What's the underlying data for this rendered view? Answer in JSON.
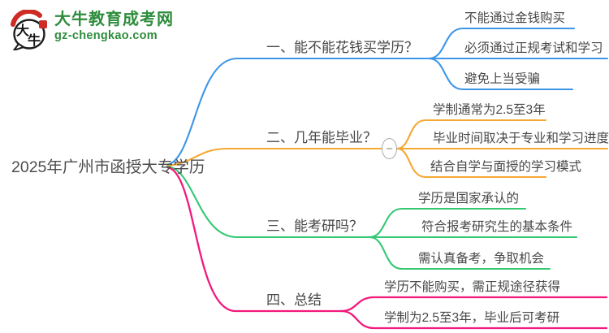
{
  "logo": {
    "icon_text_top": "大",
    "icon_text_bottom": "牛",
    "title": "大牛教育成考网",
    "domain": "gz-chengkao.com",
    "brand_green": "#2e8c3c",
    "seal_red": "#ce2b25"
  },
  "root": {
    "label": "2025年广州市函授大专学历"
  },
  "branches": [
    {
      "label": "一、能不能花钱买学历？",
      "color": "#3e96e8",
      "children": [
        "不能通过金钱购买",
        "必须通过正规考试和学习",
        "避免上当受骗"
      ]
    },
    {
      "label": "二、几年能毕业？",
      "color": "#f5a832",
      "toggle": "−",
      "children": [
        "学制通常为2.5至3年",
        "毕业时间取决于专业和学习进度",
        "结合自学与面授的学习模式"
      ]
    },
    {
      "label": "三、能考研吗？",
      "color": "#34c873",
      "children": [
        "学历是国家承认的",
        "符合报考研究生的基本条件",
        "需认真备考，争取机会"
      ]
    },
    {
      "label": "四、总结",
      "color": "#f2197c",
      "children": [
        "学历不能购买，需正规途径获得",
        "学制为2.5至3年，毕业后可考研"
      ]
    }
  ],
  "colors": {
    "text": "#474747",
    "toggle_border": "#a9a9a9",
    "background": "#ffffff"
  }
}
